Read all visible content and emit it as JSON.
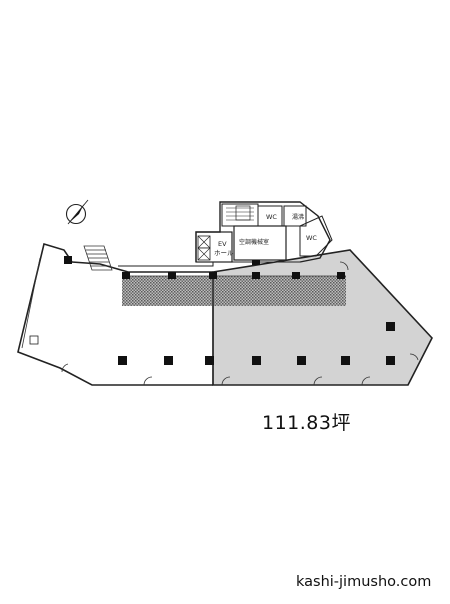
{
  "floorplan": {
    "area": "111.83坪",
    "site": "kashi-jimusho.com",
    "rooms": {
      "ev_hall_line1": "EV",
      "ev_hall_line2": "ホール",
      "mech_room": "空調機械室",
      "wc1": "WC",
      "wc2": "WC",
      "kitchen": "湯沸"
    },
    "highlight_color": "#d3d3d3",
    "corridor_color": "#7a7a7a"
  }
}
